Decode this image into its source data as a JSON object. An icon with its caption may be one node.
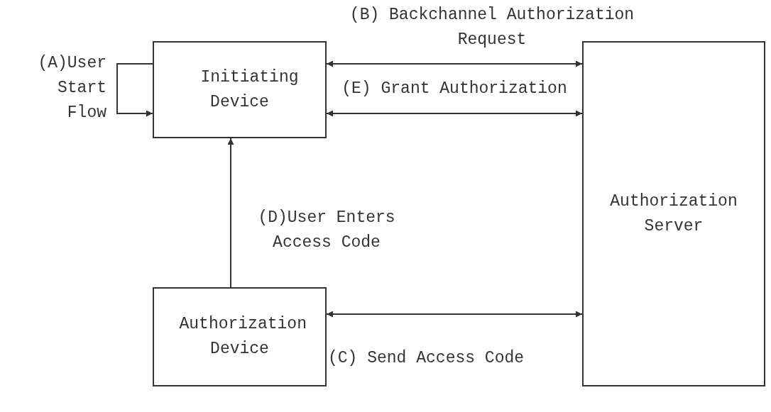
{
  "diagram": {
    "nodes": [
      {
        "text": [
          "Initiating Device"
        ]
      },
      {
        "text": [
          "Authorization Server"
        ]
      },
      {
        "text": [
          "Authorization Device"
        ]
      }
    ],
    "edges": [
      {
        "from": 0,
        "to": 0,
        "arrow": "to",
        "label": "(A)User Start Flow"
      },
      {
        "from": 0,
        "to": 1,
        "arrow": "both",
        "label": "(B) Backchannel Authorization Request"
      },
      {
        "from": 0,
        "to": 1,
        "arrow": "both",
        "label": "(E) Grant Authorization"
      },
      {
        "from": 2,
        "to": 0,
        "arrow": "to",
        "label": "(D)User Enters Access Code"
      },
      {
        "from": 2,
        "to": 1,
        "arrow": "both",
        "label": "(C) Send Access Code"
      }
    ]
  }
}
